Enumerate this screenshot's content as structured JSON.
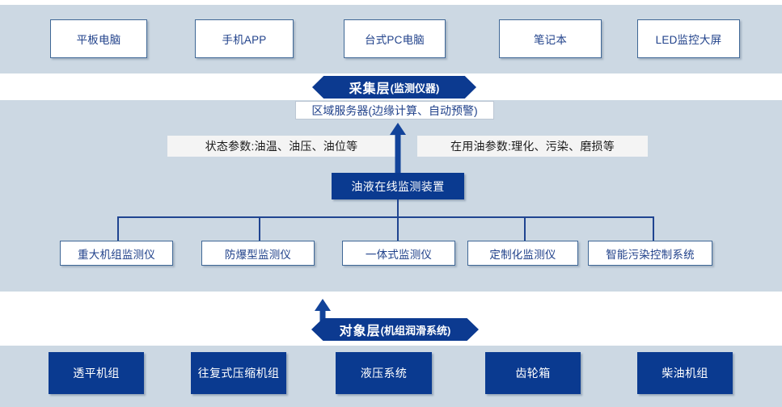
{
  "theme": {
    "band_bg": "#ccd8e3",
    "dark_blue": "#0a3a90",
    "node_border": "#3f6796",
    "node_text": "#21428b",
    "chip_bg": "#f4f4f4",
    "page_bg": "#ffffff"
  },
  "presentation_layer": {
    "name": "presentation-band",
    "nodes": [
      {
        "label": "平板电脑"
      },
      {
        "label": "手机APP"
      },
      {
        "label": "台式PC电脑"
      },
      {
        "label": "笔记本"
      },
      {
        "label": "LED监控大屏"
      }
    ]
  },
  "acquisition_banner": {
    "title": "采集层",
    "subtitle": "(监测仪器)"
  },
  "server": {
    "label": "区域服务器(边缘计算、自动预警)"
  },
  "parameters": {
    "left_chip": "状态参数:油温、油压、油位等",
    "right_chip": "在用油参数:理化、污染、磨损等"
  },
  "device_hub": {
    "label": "油液在线监测装置"
  },
  "devices": {
    "name": "monitoring-devices",
    "nodes": [
      {
        "label": "重大机组监测仪"
      },
      {
        "label": "防爆型监测仪"
      },
      {
        "label": "一体式监测仪"
      },
      {
        "label": "定制化监测仪"
      },
      {
        "label": "智能污染控制系统"
      }
    ]
  },
  "object_banner": {
    "title": "对象层",
    "subtitle": " (机组润滑系统)"
  },
  "object_layer": {
    "name": "object-band",
    "nodes": [
      {
        "label": "透平机组"
      },
      {
        "label": "往复式压缩机组"
      },
      {
        "label": "液压系统"
      },
      {
        "label": "齿轮箱"
      },
      {
        "label": "柴油机组"
      }
    ]
  },
  "arrows": {
    "device_to_server": "arrow-up-device-to-server",
    "object_to_banner": "arrow-up-object-to-banner"
  }
}
